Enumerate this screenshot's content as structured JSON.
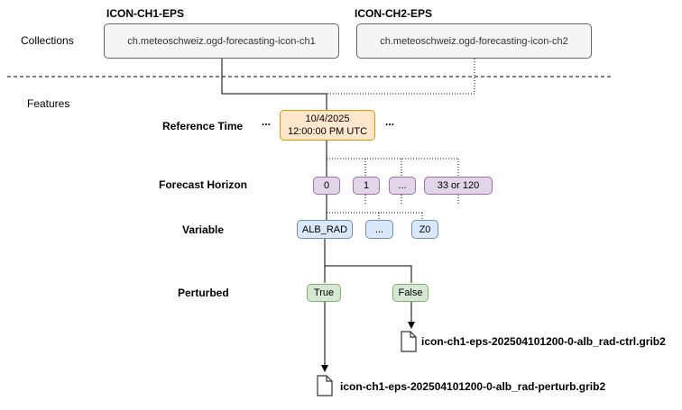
{
  "collections": {
    "label": "Collections",
    "ch1": {
      "header": "ICON-CH1-EPS",
      "id": "ch.meteoschweiz.ogd-forecasting-icon-ch1"
    },
    "ch2": {
      "header": "ICON-CH2-EPS",
      "id": "ch.meteoschweiz.ogd-forecasting-icon-ch2"
    }
  },
  "features": {
    "label": "Features",
    "reference_time": {
      "label": "Reference Time",
      "date": "10/4/2025",
      "time": "12:00:00 PM UTC",
      "ellipsis_left": "...",
      "ellipsis_right": "..."
    },
    "forecast_horizon": {
      "label": "Forecast Horizon",
      "values": [
        "0",
        "1",
        "...",
        "33 or 120"
      ]
    },
    "variable": {
      "label": "Variable",
      "values": [
        "ALB_RAD",
        "...",
        "Z0"
      ]
    },
    "perturbed": {
      "label": "Perturbed",
      "values": [
        "True",
        "False"
      ]
    }
  },
  "files": {
    "ctrl": "icon-ch1-eps-202504101200-0-alb_rad-ctrl.grib2",
    "perturb": "icon-ch1-eps-202504101200-0-alb_rad-perturb.grib2"
  },
  "colors": {
    "collection_fill": "#f5f5f5",
    "time_fill": "#ffe6cc",
    "time_border": "#d79b00",
    "horizon_fill": "#e1d5e7",
    "horizon_border": "#9673a6",
    "variable_fill": "#dae8fc",
    "variable_border": "#6c8ebf",
    "perturbed_fill": "#d5e8d4",
    "perturbed_border": "#82b366"
  }
}
